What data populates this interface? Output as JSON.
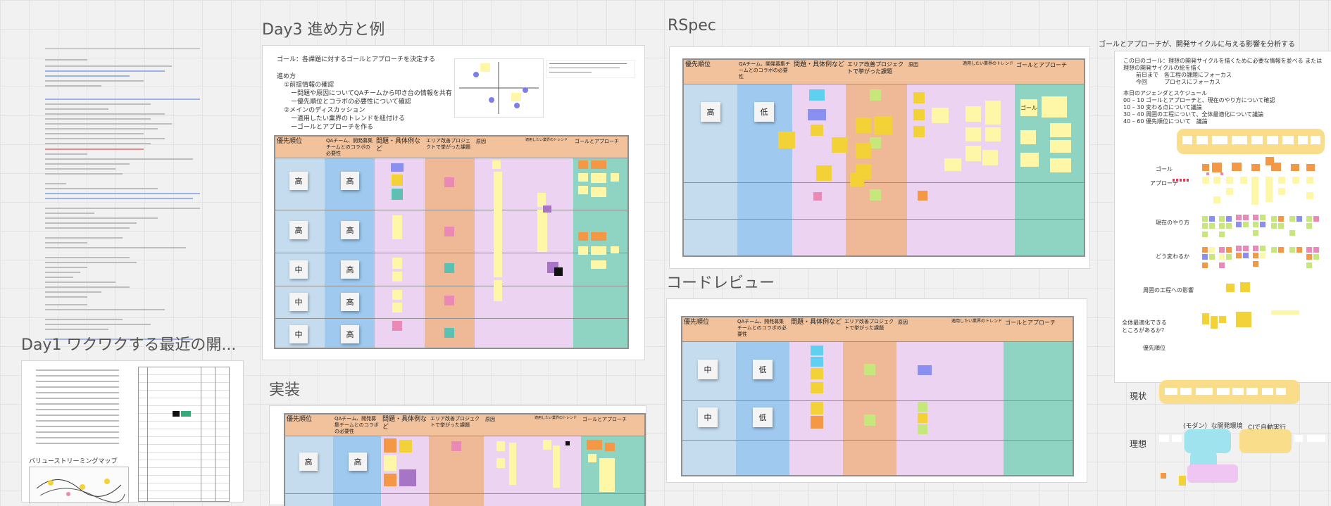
{
  "titles": {
    "day3": "Day3 進め方と例",
    "rspec": "RSpec",
    "code_review": "コードレビュー",
    "jisso": "実装",
    "day1": "Day1 ワクワクする最近の開...",
    "value_stream": "バリューストリーミングマップ"
  },
  "day3_text": {
    "goal": "ゴール：各課題に対するゴールとアプローチを決定する",
    "how": "進め方",
    "step1": "①前提情報の確認",
    "step1a": "ー問題や原因についてQAチームから叩き台の情報を共有",
    "step1b": "ー優先順位とコラボの必要性について確認",
    "step2": "②メインのディスカッション",
    "step2a": "ー適用したい業界のトレンドを紐付ける",
    "step2b": "ーゴールとアプローチを作る"
  },
  "board_headers": {
    "priority": "優先順位",
    "collab": "QAチーム、開発募集チームとのコラボの必要性",
    "problem": "問題・具体例など",
    "area": "エリア改善プロジェクトで挙がった課題",
    "cause": "原因",
    "trend": "適用したい業界のトレンド",
    "goal": "ゴールとアプローチ"
  },
  "day3_rows": [
    {
      "priority": "高",
      "collab": "高"
    },
    {
      "priority": "高",
      "collab": "高"
    },
    {
      "priority": "中",
      "collab": "高"
    },
    {
      "priority": "中",
      "collab": "高"
    },
    {
      "priority": "中",
      "collab": "高"
    }
  ],
  "rspec_rows": [
    {
      "priority": "高",
      "collab": "低"
    }
  ],
  "rspec_goal_note": "ゴール",
  "code_review_rows": [
    {
      "priority": "中",
      "collab": "低"
    },
    {
      "priority": "中",
      "collab": "低"
    }
  ],
  "jisso_rows": [
    {
      "priority": "高",
      "collab": "高"
    }
  ],
  "right_panel": {
    "title": "ゴールとアプローチが、開発サイクルに与える影響を分析する",
    "line1": "この日のゴール：理想の開発サイクルを描くために必要な情報を並べる または",
    "line2": "理想の開発サイクルの絵を描く",
    "line3": "前日まで　各工程の課題にフォーカス",
    "line4": "今回　　　プロセスにフォーカス",
    "line5": "本日のアジェンダとスケジュール",
    "line6": "00 – 10 ゴールとアプローチと、現在のやり方について確認",
    "line7": "10 – 30 変わる点について議論",
    "line8": "30 – 40 周囲の工程について、全体最適化について議論",
    "line9": "40 – 60 優先順位について　議論",
    "lbl_goal": "ゴール",
    "lbl_approach": "アプローチ",
    "lbl_current": "現在のやり方",
    "lbl_how": "どう変わるか",
    "lbl_impact": "周囲の工程への影響",
    "lbl_optimize": "全体最適化できるところがあるか？",
    "lbl_priority": "優先順位",
    "state_now": "現状",
    "state_ideal": "理想",
    "modern_env": "(モダン）な開発環境",
    "ci": "CIで自動実行"
  },
  "colors": {
    "header": "#f2c29c",
    "priority_col": "#c5dcef",
    "collab_col": "#9fc9ee",
    "problem_col": "#ecd3f1",
    "area_col": "#efb896",
    "goal_col": "#8fd3c3"
  }
}
